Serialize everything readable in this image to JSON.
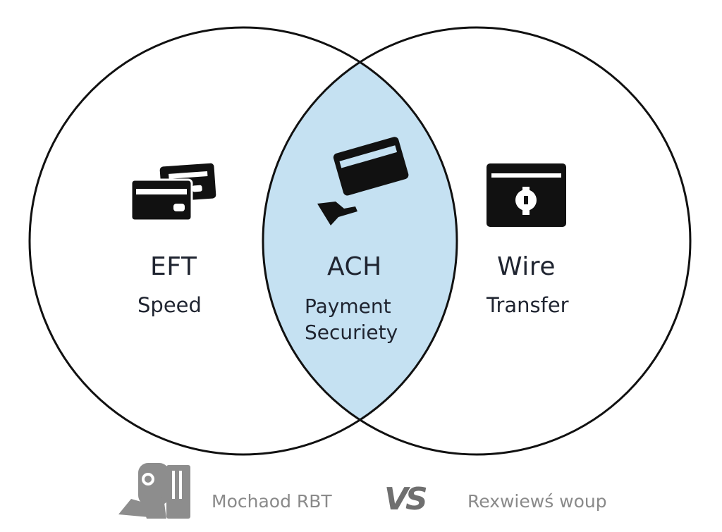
{
  "left": {
    "title": "EFT",
    "subtitle": "Speed",
    "icon": "credit-cards-icon"
  },
  "center": {
    "title": "ACH",
    "subtitle_line1": "Payment",
    "subtitle_line2": "Securiety",
    "icon": "card-payment-icon"
  },
  "right": {
    "title": "Wire",
    "subtitle": "Transfer",
    "icon": "bank-card-icon"
  },
  "footer": {
    "brand_left": "Mochaod RBT",
    "vs": "VS",
    "brand_right": "Rexwiewś woup"
  },
  "colors": {
    "overlap_fill": "#c5e1f2",
    "outline": "#111111",
    "icon": "#111111",
    "logo_gray": "#8a8a8a"
  }
}
